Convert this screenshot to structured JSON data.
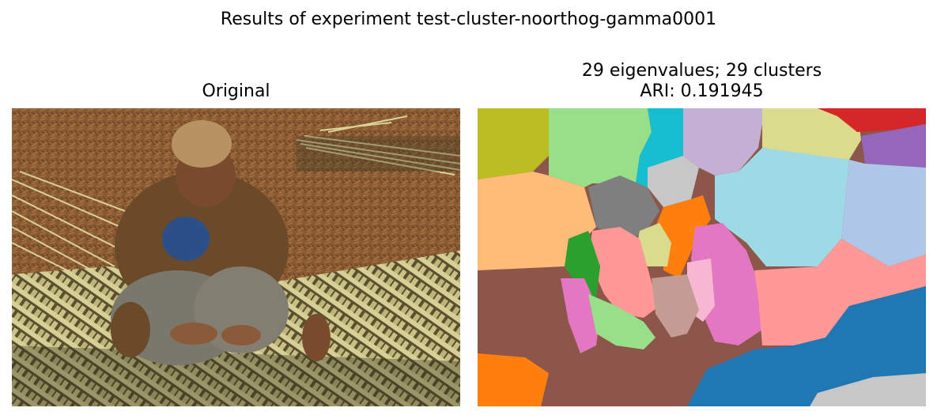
{
  "figure": {
    "suptitle": "Results of experiment test-cluster-noorthog-gamma0001"
  },
  "chart_data": [
    {
      "type": "image",
      "title": "Original",
      "content": "photograph of a man in a cap squatting while weaving a bamboo-strip mat on brown straw-covered ground"
    },
    {
      "type": "heatmap",
      "title_line1": "29 eigenvalues; 29 clusters",
      "title_line2": "ARI: 0.191945",
      "n_eigenvalues": 29,
      "n_clusters": 29,
      "ari": 0.191945,
      "colormap": "tab20",
      "palette": [
        "#1f77b4",
        "#aec7e8",
        "#ff7f0e",
        "#ffbb78",
        "#2ca02c",
        "#98df8a",
        "#d62728",
        "#ff9896",
        "#9467bd",
        "#c5b0d5",
        "#8c564b",
        "#c49c94",
        "#e377c2",
        "#f7b6d2",
        "#7f7f7f",
        "#c7c7c7",
        "#bcbd22",
        "#dbdb8d",
        "#17becf",
        "#9edae5"
      ]
    }
  ]
}
